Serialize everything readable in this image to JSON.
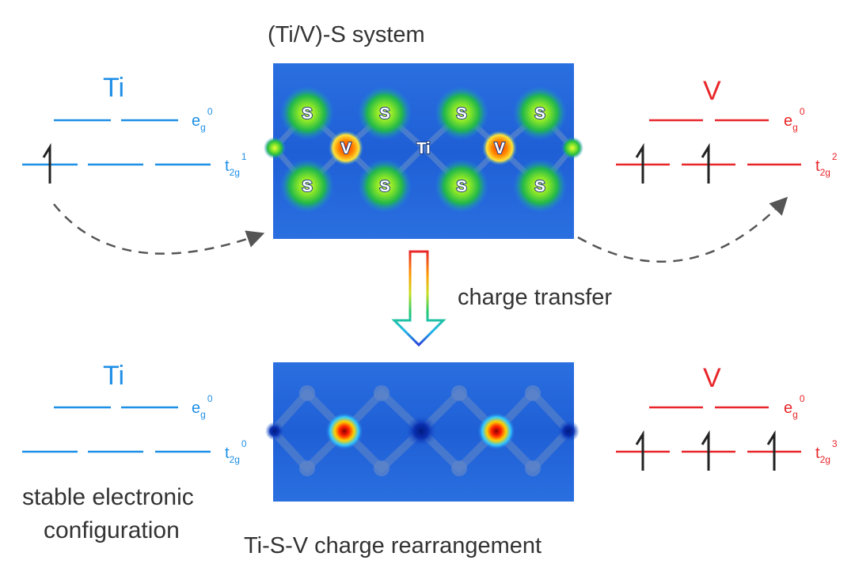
{
  "top_title": "(Ti/V)-S system",
  "bottom_title": "Ti-S-V charge rearrangement",
  "arrow_label": "charge transfer",
  "stable_label_line1": "stable electronic",
  "stable_label_line2": "configuration",
  "atoms": {
    "s": "S",
    "v": "V",
    "ti": "Ti"
  },
  "orbitals": {
    "e_main": "e",
    "e_sub": "g",
    "t_main": "t",
    "t_sub": "2g"
  },
  "panels": {
    "top_left": {
      "element": "Ti",
      "eg_occ": "0",
      "t2g_occ": "1",
      "electrons": 1
    },
    "top_right": {
      "element": "V",
      "eg_occ": "0",
      "t2g_occ": "2",
      "electrons": 2
    },
    "bottom_left": {
      "element": "Ti",
      "eg_occ": "0",
      "t2g_occ": "0",
      "electrons": 0
    },
    "bottom_right": {
      "element": "V",
      "eg_occ": "0",
      "t2g_occ": "3",
      "electrons": 3
    }
  },
  "colors": {
    "ti": "#1e8fe6",
    "v": "#e8262a",
    "spin": "#222222",
    "arrow": "#555555",
    "map_bg": "#1f5fd6"
  }
}
